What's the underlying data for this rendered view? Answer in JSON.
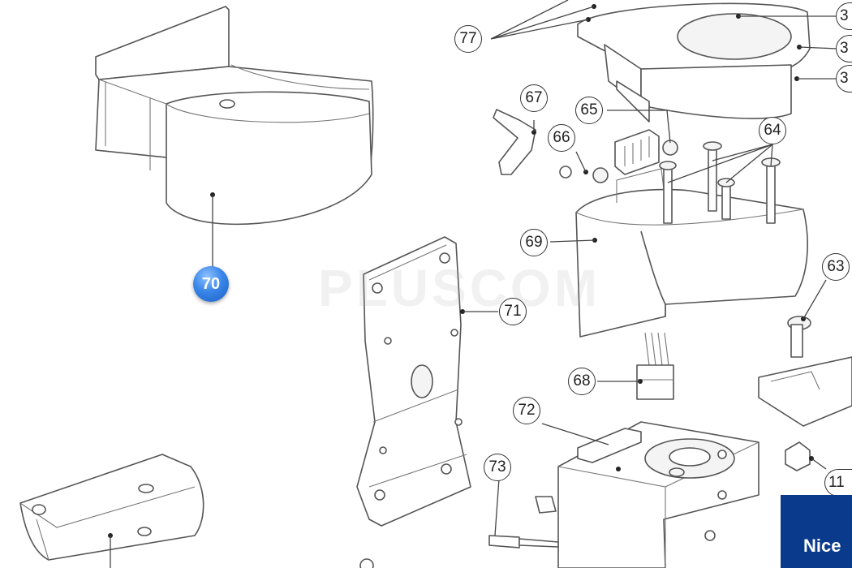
{
  "diagram": {
    "selected_callout": "70",
    "callouts": {
      "c77": "77",
      "c67": "67",
      "c65": "65",
      "c66": "66",
      "c64": "64",
      "c69": "69",
      "c63": "63",
      "c71": "71",
      "c68": "68",
      "c72": "72",
      "c73": "73",
      "c3a": "3",
      "c3b": "3",
      "c3c": "3",
      "c11": "11"
    },
    "watermark_text": "PLUSCOM",
    "brand_label": "Nice"
  },
  "colors": {
    "accent": "#2f7fe0",
    "brand": "#0a3a8c",
    "line": "#555555"
  }
}
